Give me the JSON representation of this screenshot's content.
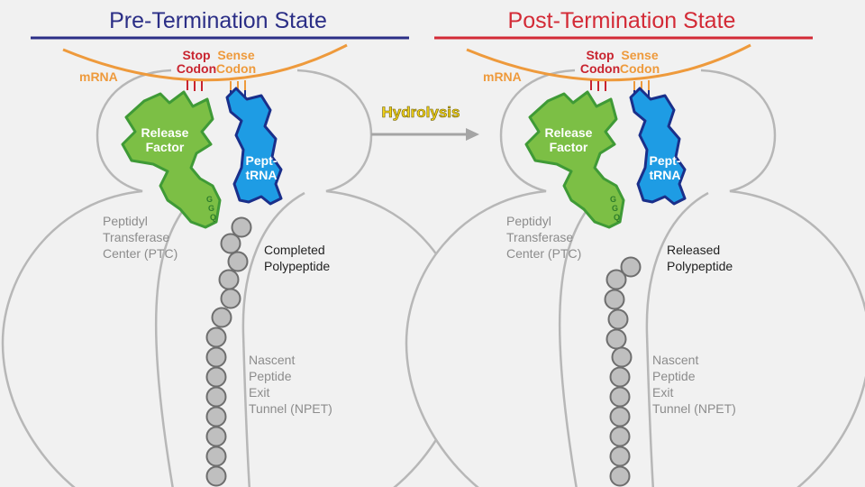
{
  "colors": {
    "pre_title": "#2b2e86",
    "post_title": "#d32a36",
    "mrna": "#ee9a3c",
    "stop_codon": "#c8242f",
    "sense_codon": "#ee9a3c",
    "release_factor": "#7cbf45",
    "pept_trna": "#1e9ce4",
    "outline": "#b7b7b7",
    "bead": "#bfbfbf",
    "hydrolysis": "#f2d31a"
  },
  "arrow": {
    "label": "Hydrolysis"
  },
  "panels": [
    {
      "title": "Pre-Termination State",
      "mrna_label": "mRNA",
      "stop_label": [
        "Stop",
        "Codon"
      ],
      "sense_label": [
        "Sense",
        "Codon"
      ],
      "release_factor_label": [
        "Release",
        "Factor"
      ],
      "ggq_label": [
        "G",
        "G",
        "Q"
      ],
      "pept_trna_label": [
        "Pept-",
        "tRNA"
      ],
      "ptc_label": [
        "Peptidyl",
        "Transferase",
        "Center (PTC)"
      ],
      "polypeptide_label": [
        "Completed",
        "Polypeptide"
      ],
      "npet_label": [
        "Nascent",
        "Peptide",
        "Exit",
        "Tunnel (NPET)"
      ]
    },
    {
      "title": "Post-Termination State",
      "mrna_label": "mRNA",
      "stop_label": [
        "Stop",
        "Codon"
      ],
      "sense_label": [
        "Sense",
        "Codon"
      ],
      "release_factor_label": [
        "Release",
        "Factor"
      ],
      "ggq_label": [
        "G",
        "G",
        "Q"
      ],
      "pept_trna_label": [
        "Pept-",
        "tRNA"
      ],
      "ptc_label": [
        "Peptidyl",
        "Transferase",
        "Center (PTC)"
      ],
      "polypeptide_label": [
        "Released",
        "Polypeptide"
      ],
      "npet_label": [
        "Nascent",
        "Peptide",
        "Exit",
        "Tunnel (NPET)"
      ]
    }
  ]
}
